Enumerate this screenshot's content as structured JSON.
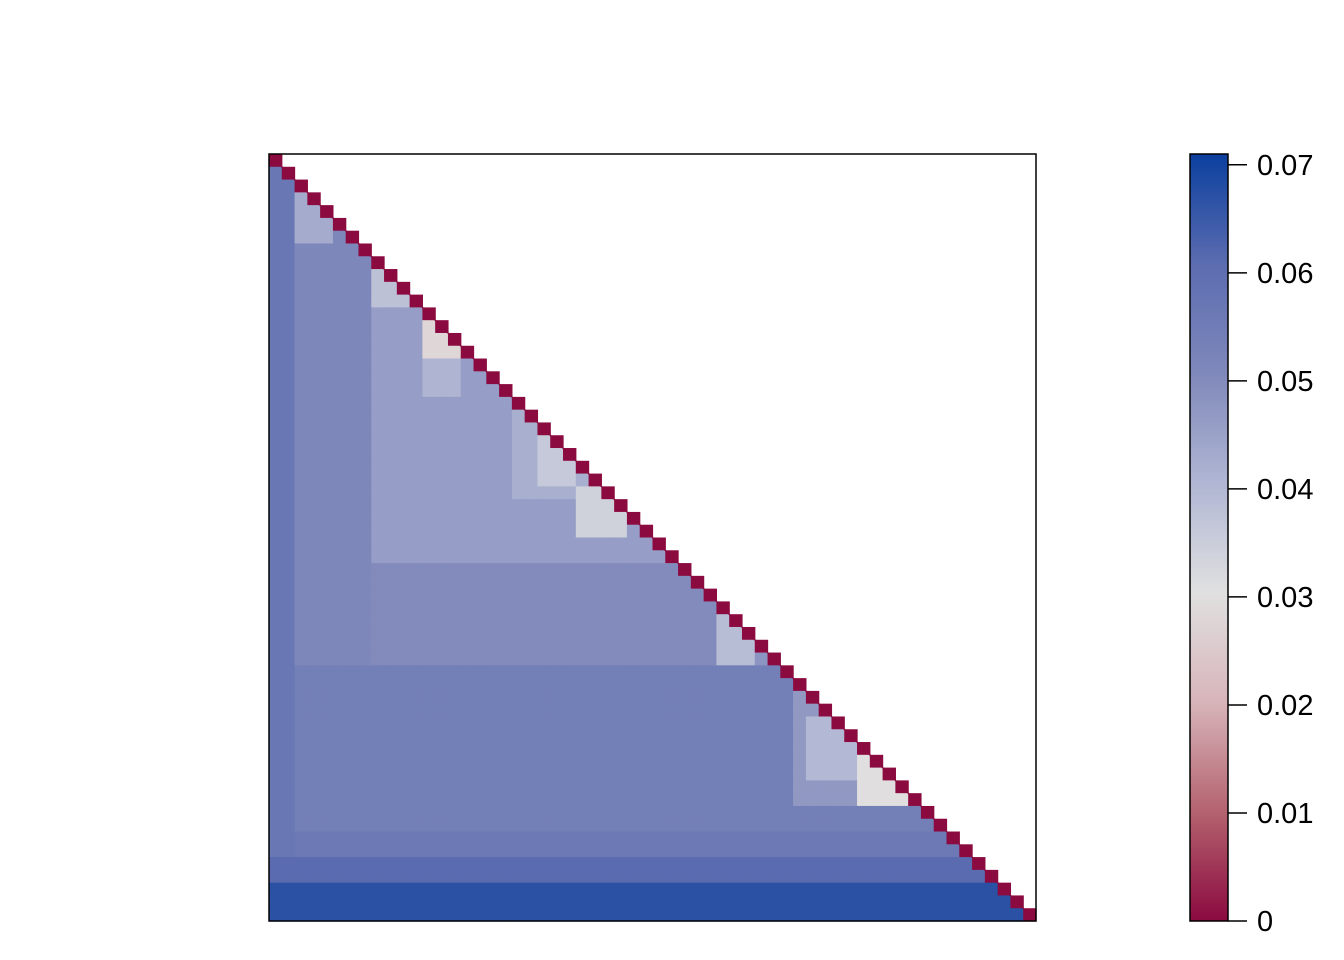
{
  "chart_data": {
    "type": "heatmap",
    "shape": "lower-triangle",
    "title": "",
    "xlabel": "",
    "ylabel": "",
    "axes_ticks_shown": false,
    "colorbar": {
      "placement": "right",
      "range": [
        0,
        0.071
      ],
      "ticks": [
        0,
        0.01,
        0.02,
        0.03,
        0.04,
        0.05,
        0.06,
        0.07
      ],
      "tick_labels": [
        "0",
        "0.01",
        "0.02",
        "0.03",
        "0.04",
        "0.05",
        "0.06",
        "0.07"
      ],
      "colors": [
        "#8b0a3f",
        "#b4636f",
        "#d7b5ba",
        "#e0e0e0",
        "#b0b6d3",
        "#7f88ba",
        "#5b6cb0",
        "#0b3f9e"
      ]
    },
    "matrix": {
      "n": 60,
      "diagonal_value": 0,
      "blocks": [
        {
          "rows": [
            1,
            59
          ],
          "cols": [
            0,
            1
          ],
          "value": 0.057
        },
        {
          "rows": [
            3,
            59
          ],
          "cols": [
            2,
            7
          ],
          "value": 0.051
        },
        {
          "rows": [
            3,
            6
          ],
          "cols": [
            2,
            4
          ],
          "value": 0.043
        },
        {
          "rows": [
            8,
            31
          ],
          "cols": [
            8,
            31
          ],
          "value": 0.046
        },
        {
          "rows": [
            9,
            11
          ],
          "cols": [
            8,
            10
          ],
          "value": 0.038
        },
        {
          "rows": [
            12,
            15
          ],
          "cols": [
            12,
            15
          ],
          "value": 0.028
        },
        {
          "rows": [
            16,
            18
          ],
          "cols": [
            12,
            14
          ],
          "value": 0.041
        },
        {
          "rows": [
            20,
            26
          ],
          "cols": [
            19,
            24
          ],
          "value": 0.042
        },
        {
          "rows": [
            22,
            25
          ],
          "cols": [
            21,
            23
          ],
          "value": 0.036
        },
        {
          "rows": [
            26,
            29
          ],
          "cols": [
            24,
            27
          ],
          "value": 0.034
        },
        {
          "rows": [
            32,
            39
          ],
          "cols": [
            8,
            34
          ],
          "value": 0.05
        },
        {
          "rows": [
            34,
            39
          ],
          "cols": [
            35,
            38
          ],
          "value": 0.048
        },
        {
          "rows": [
            36,
            39
          ],
          "cols": [
            35,
            37
          ],
          "value": 0.039
        },
        {
          "rows": [
            40,
            53
          ],
          "cols": [
            2,
            59
          ],
          "value": 0.054
        },
        {
          "rows": [
            42,
            50
          ],
          "cols": [
            41,
            47
          ],
          "value": 0.047
        },
        {
          "rows": [
            44,
            48
          ],
          "cols": [
            42,
            45
          ],
          "value": 0.04
        },
        {
          "rows": [
            47,
            50
          ],
          "cols": [
            46,
            49
          ],
          "value": 0.03
        },
        {
          "rows": [
            53,
            54
          ],
          "cols": [
            2,
            59
          ],
          "value": 0.056
        },
        {
          "rows": [
            55,
            56
          ],
          "cols": [
            0,
            59
          ],
          "value": 0.061
        },
        {
          "rows": [
            57,
            59
          ],
          "cols": [
            0,
            59
          ],
          "value": 0.067
        }
      ]
    }
  }
}
